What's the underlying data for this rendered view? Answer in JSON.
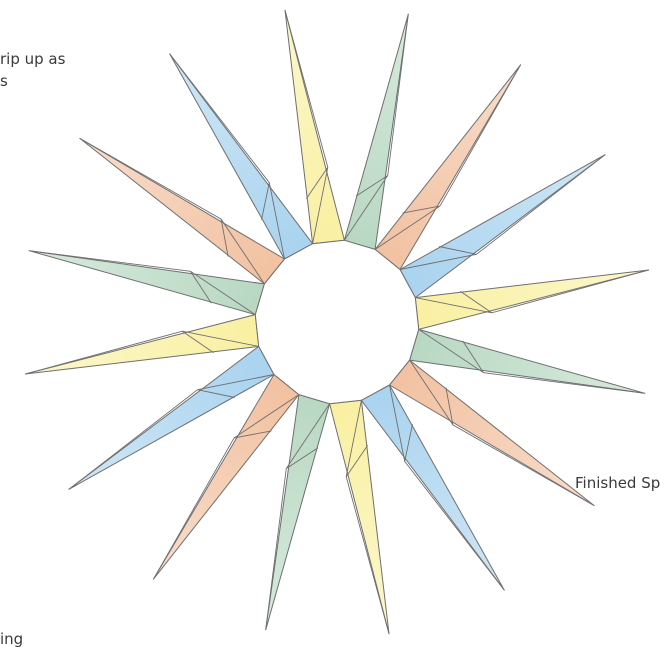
{
  "captions": {
    "top_line1": "rip up as",
    "top_line2": "s",
    "right": "Finished Sp",
    "bottom": "ing"
  },
  "colors": {
    "blue": "#a9d3ef",
    "peach": "#f2c1a1",
    "green": "#b8d8c2",
    "yellow": "#f9f0a2",
    "outline": "#6f6f6f",
    "center": "#ffffff"
  },
  "star": {
    "points": 16,
    "sequence": [
      "green",
      "peach",
      "blue",
      "yellow"
    ]
  }
}
